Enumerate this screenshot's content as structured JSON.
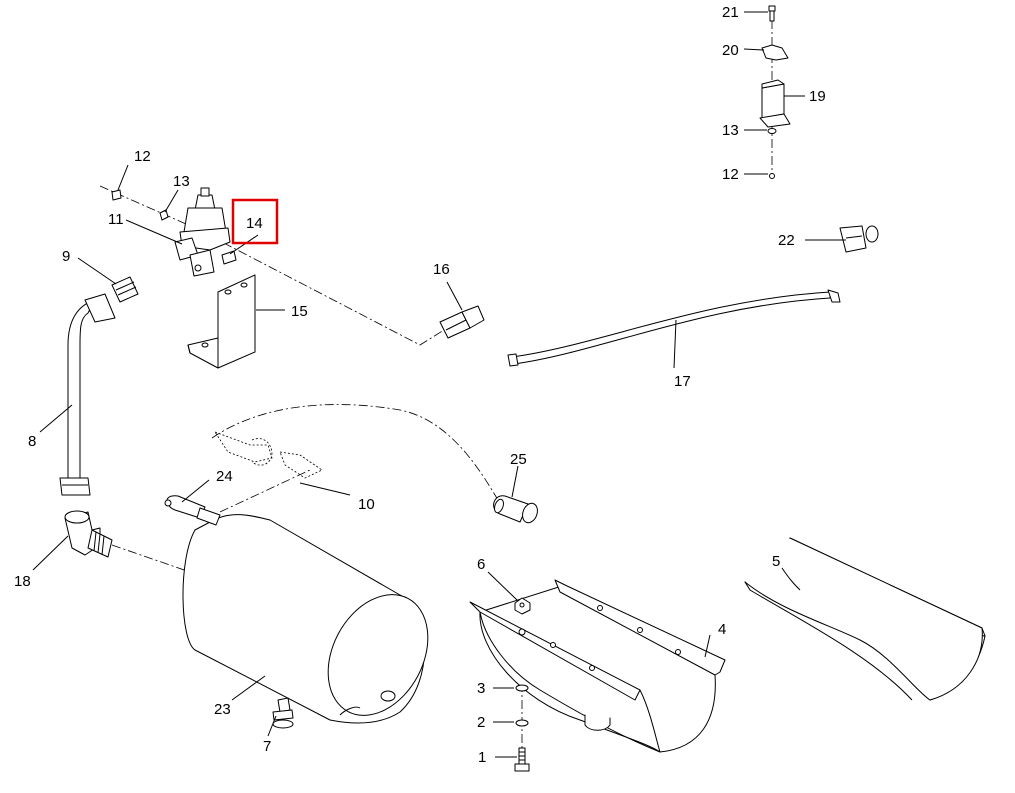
{
  "callouts": {
    "c1": "1",
    "c2": "2",
    "c3": "3",
    "c4": "4",
    "c5": "5",
    "c6": "6",
    "c7": "7",
    "c8": "8",
    "c9": "9",
    "c10": "10",
    "c11": "11",
    "c12a": "12",
    "c12b": "12",
    "c13a": "13",
    "c13b": "13",
    "c14": "14",
    "c15": "15",
    "c16": "16",
    "c17": "17",
    "c18": "18",
    "c19": "19",
    "c20": "20",
    "c21": "21",
    "c22": "22",
    "c23": "23",
    "c24": "24",
    "c25": "25"
  },
  "highlight": {
    "callout": "14",
    "color": "#e00000"
  }
}
